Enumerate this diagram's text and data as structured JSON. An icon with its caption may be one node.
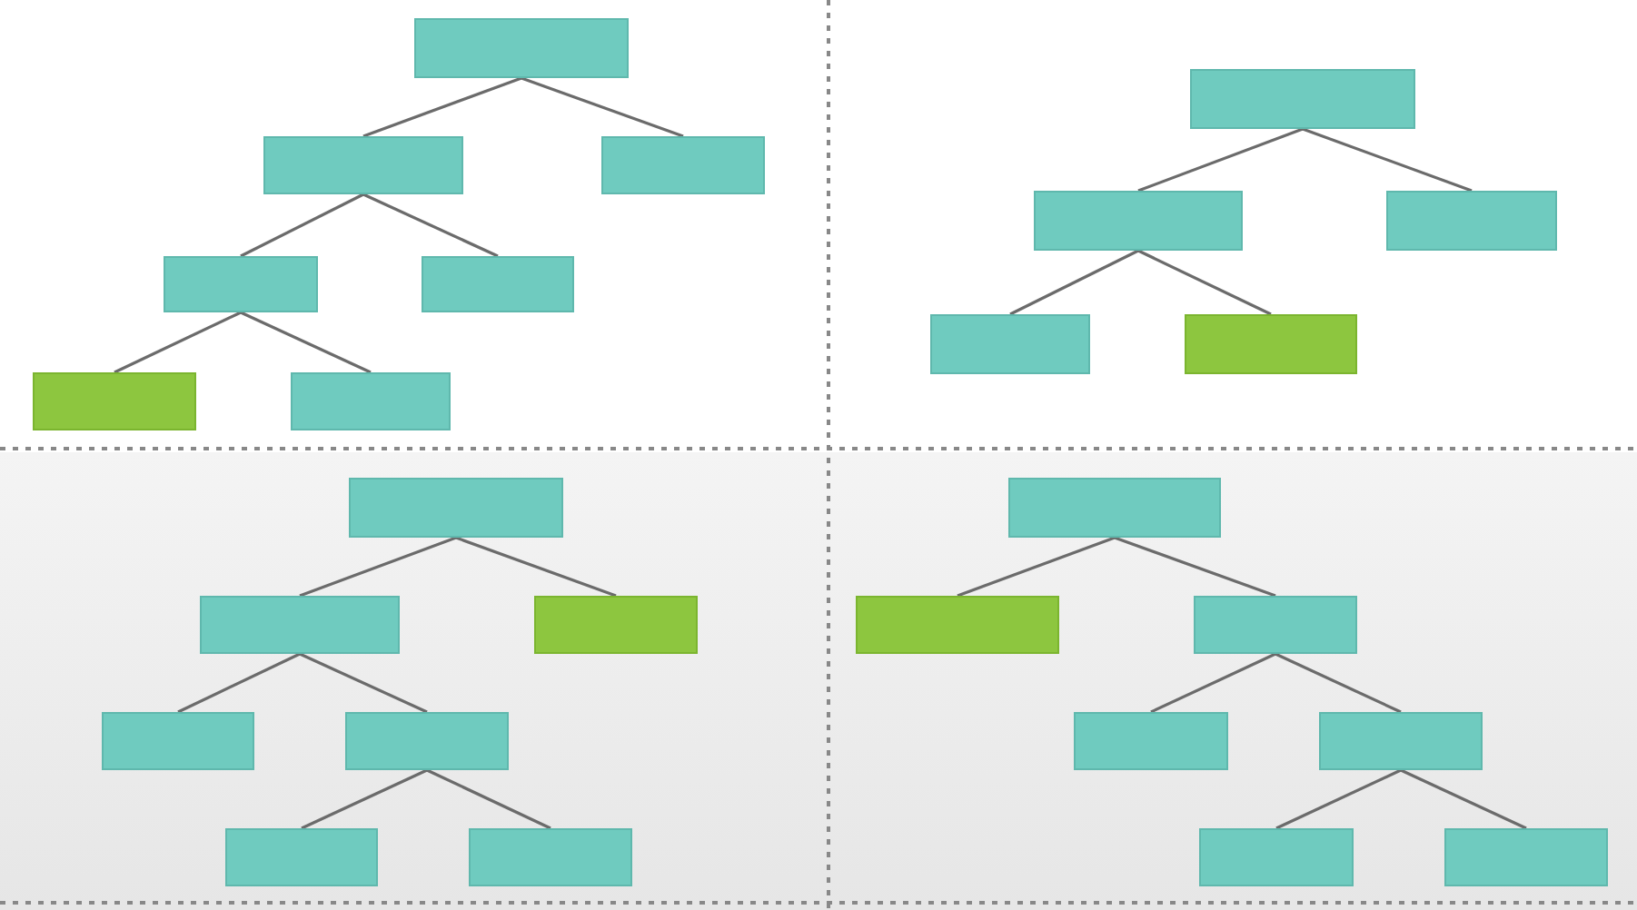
{
  "diagram": {
    "nodes": [
      {
        "text": [],
        "shape": "box"
      },
      {
        "text": [],
        "shape": "box"
      },
      {
        "text": [],
        "shape": "box"
      },
      {
        "text": [],
        "shape": "box"
      },
      {
        "text": [],
        "shape": "box"
      },
      {
        "text": [],
        "shape": "box"
      },
      {
        "text": [],
        "shape": "box"
      },
      {
        "text": [],
        "shape": "box"
      },
      {
        "text": [],
        "shape": "box"
      },
      {
        "text": [],
        "shape": "box"
      },
      {
        "text": [],
        "shape": "box"
      },
      {
        "text": [],
        "shape": "box"
      },
      {
        "text": [],
        "shape": "box"
      },
      {
        "text": [],
        "shape": "box"
      },
      {
        "text": [],
        "shape": "box"
      },
      {
        "text": [],
        "shape": "box"
      },
      {
        "text": [],
        "shape": "box"
      },
      {
        "text": [],
        "shape": "box"
      },
      {
        "text": [],
        "shape": "box"
      },
      {
        "text": [],
        "shape": "box"
      },
      {
        "text": [],
        "shape": "box"
      },
      {
        "text": [],
        "shape": "box"
      },
      {
        "text": [],
        "shape": "box"
      },
      {
        "text": [],
        "shape": "box"
      },
      {
        "text": [],
        "shape": "box"
      },
      {
        "text": [],
        "shape": "box"
      }
    ],
    "edges": [
      {
        "from": 0,
        "to": 1,
        "arrow": "none"
      },
      {
        "from": 0,
        "to": 2,
        "arrow": "none"
      },
      {
        "from": 1,
        "to": 3,
        "arrow": "none"
      },
      {
        "from": 1,
        "to": 4,
        "arrow": "none"
      },
      {
        "from": 3,
        "to": 5,
        "arrow": "none"
      },
      {
        "from": 3,
        "to": 6,
        "arrow": "none"
      },
      {
        "from": 7,
        "to": 8,
        "arrow": "none"
      },
      {
        "from": 7,
        "to": 9,
        "arrow": "none"
      },
      {
        "from": 8,
        "to": 10,
        "arrow": "none"
      },
      {
        "from": 8,
        "to": 11,
        "arrow": "none"
      },
      {
        "from": 12,
        "to": 13,
        "arrow": "none"
      },
      {
        "from": 12,
        "to": 14,
        "arrow": "none"
      },
      {
        "from": 13,
        "to": 15,
        "arrow": "none"
      },
      {
        "from": 13,
        "to": 16,
        "arrow": "none"
      },
      {
        "from": 16,
        "to": 17,
        "arrow": "none"
      },
      {
        "from": 16,
        "to": 18,
        "arrow": "none"
      },
      {
        "from": 19,
        "to": 20,
        "arrow": "none"
      },
      {
        "from": 19,
        "to": 21,
        "arrow": "none"
      },
      {
        "from": 21,
        "to": 22,
        "arrow": "none"
      },
      {
        "from": 21,
        "to": 23,
        "arrow": "none"
      },
      {
        "from": 23,
        "to": 24,
        "arrow": "none"
      },
      {
        "from": 23,
        "to": 25,
        "arrow": "none"
      }
    ]
  }
}
